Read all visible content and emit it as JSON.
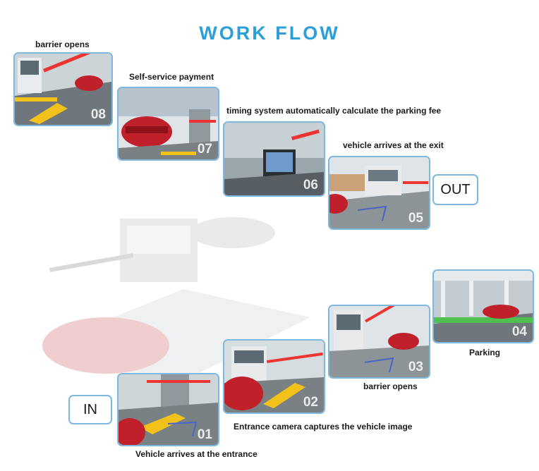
{
  "title": "WORK FLOW",
  "tags": {
    "out": "OUT",
    "in": "IN"
  },
  "steps": [
    {
      "num": "01",
      "caption": "Vehicle arrives at the entrance"
    },
    {
      "num": "02",
      "caption": "Entrance camera captures the vehicle image"
    },
    {
      "num": "03",
      "caption": "barrier opens"
    },
    {
      "num": "04",
      "caption": "Parking"
    },
    {
      "num": "05",
      "caption": "vehicle arrives at the exit"
    },
    {
      "num": "06",
      "caption": "timing system automatically calculate the parking fee"
    },
    {
      "num": "07",
      "caption": "Self-service payment"
    },
    {
      "num": "08",
      "caption": "barrier opens"
    }
  ],
  "colors": {
    "accent": "#2a9fd8",
    "card_border": "#7fb8df",
    "car": "#c0202a",
    "arrow": "#f2c21b"
  }
}
